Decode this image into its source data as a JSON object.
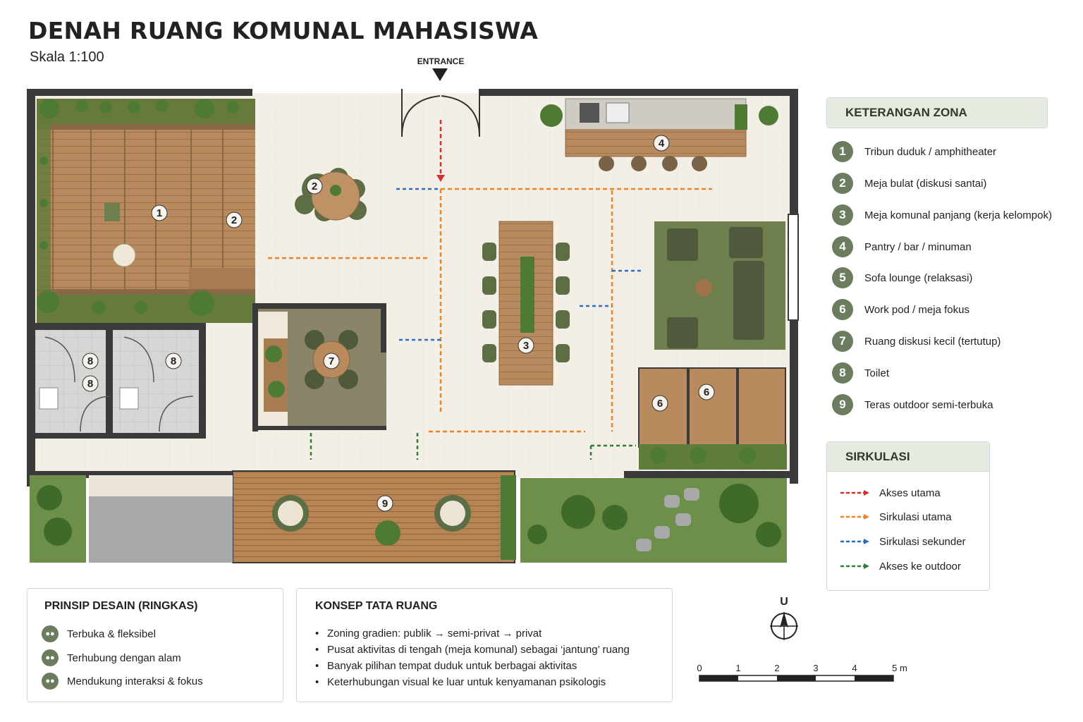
{
  "header": {
    "title": "DENAH RUANG KOMUNAL MAHASISWA",
    "scale": "Skala 1:100",
    "entrance": "ENTRANCE"
  },
  "plan_labels": {
    "z1": "1",
    "z2a": "2",
    "z2b": "2",
    "z3": "3",
    "z4": "4",
    "z6a": "6",
    "z6b": "6",
    "z7": "7",
    "z8a": "8",
    "z8b": "8",
    "z8c": "8",
    "z9": "9"
  },
  "zones": {
    "title": "KETERANGAN ZONA",
    "items": [
      {
        "num": "1",
        "label": "Tribun duduk / amphitheater"
      },
      {
        "num": "2",
        "label": "Meja bulat (diskusi santai)"
      },
      {
        "num": "3",
        "label": "Meja komunal panjang (kerja kelompok)"
      },
      {
        "num": "4",
        "label": "Pantry / bar / minuman"
      },
      {
        "num": "5",
        "label": "Sofa lounge (relaksasi)"
      },
      {
        "num": "6",
        "label": "Work pod / meja fokus"
      },
      {
        "num": "7",
        "label": "Ruang diskusi kecil (tertutup)"
      },
      {
        "num": "8",
        "label": "Toilet"
      },
      {
        "num": "9",
        "label": "Teras outdoor semi-terbuka"
      }
    ]
  },
  "sirkulasi": {
    "title": "SIRKULASI",
    "items": [
      {
        "label": "Akses utama",
        "color": "#d32f2f"
      },
      {
        "label": "Sirkulasi utama",
        "color": "#e8842a"
      },
      {
        "label": "Sirkulasi sekunder",
        "color": "#2f6fbf"
      },
      {
        "label": "Akses ke outdoor",
        "color": "#2e7d3a"
      }
    ]
  },
  "prinsip": {
    "title": "PRINSIP DESAIN (RINGKAS)",
    "items": [
      "Terbuka & fleksibel",
      "Terhubung dengan alam",
      "Mendukung interaksi & fokus"
    ],
    "icon": "people-icon"
  },
  "konsep": {
    "title": "KONSEP TATA RUANG",
    "items": [
      "Zoning gradien: publik → semi-privat → privat",
      "Pusat aktivitas di tengah (meja komunal) sebagai ‘jantung’ ruang",
      "Banyak pilihan tempat duduk untuk berbagai aktivitas",
      "Keterhubungan visual ke luar untuk kenyamanan psikologis"
    ]
  },
  "compass": {
    "label": "U"
  },
  "scalebar": {
    "ticks": [
      "0",
      "1",
      "2",
      "3",
      "4",
      "5 m"
    ]
  },
  "colors": {
    "wall": "#3a3a3a",
    "floor": "#f3efe6",
    "wood": "#b88a5e",
    "green": "#6b7c5f",
    "plant": "#4f7a34",
    "garden": "#6e8f4a",
    "tile": "#d4d4d4"
  }
}
